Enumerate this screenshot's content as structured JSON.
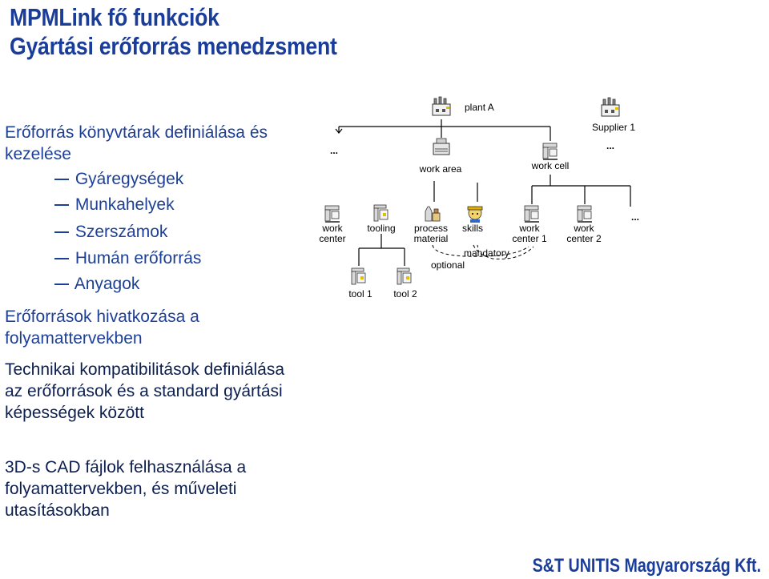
{
  "title": {
    "line1": "MPMLink fő funkciók",
    "line2": "Gyártási erőforrás menedzsment"
  },
  "bullets": {
    "b1": "Erőforrás könyvtárak definiálása és kezelése",
    "sub_items": [
      "Gyáregységek",
      "Munkahelyek",
      "Szerszámok",
      "Humán erőforrás",
      "Anyagok"
    ],
    "b2": "Erőforrások hivatkozása a folyamattervekben",
    "b3": "Technikai kompatibilitások definiálása az erőforrások és a standard gyártási képességek között",
    "b4": "3D-s CAD fájlok felhasználása a folyamattervekben, és műveleti utasításokban"
  },
  "diagram": {
    "plant": "plant A",
    "supplier": "Supplier 1",
    "work_area": "work area",
    "work_cell": "work cell",
    "ellipsis": "...",
    "wc_top": "work",
    "wc_bottom": "center",
    "tooling": "tooling",
    "pm_top": "process",
    "pm_bottom": "material",
    "skills": "skills",
    "wc1_top": "work",
    "wc1_bottom": "center 1",
    "wc2_top": "work",
    "wc2_bottom": "center 2",
    "optional": "optional",
    "mandatory": "mandatory",
    "tool1": "tool 1",
    "tool2": "tool 2"
  },
  "footer": "S&T UNITIS Magyarország Kft."
}
